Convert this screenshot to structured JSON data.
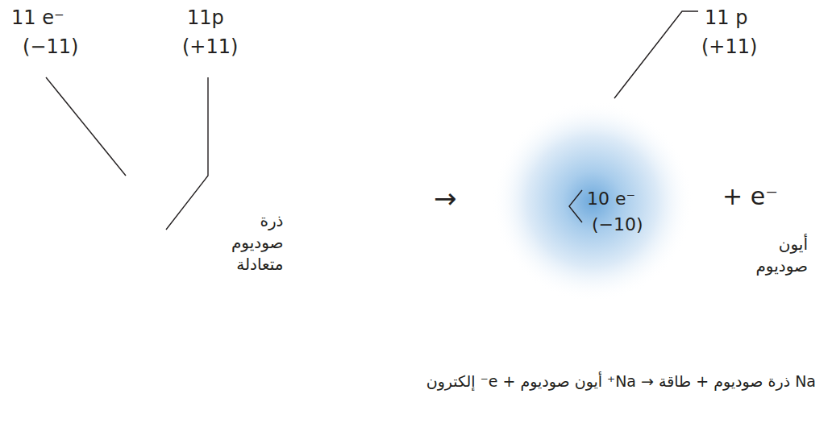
{
  "diagram": {
    "nodes": [
      {
        "text": [
          "ذرة صوديوم متعادلة"
        ]
      }
    ],
    "labels": [
      "11 e⁻",
      "(−11)",
      "11p",
      "(+11)",
      "→",
      "11 p",
      "(+11)",
      "10 e⁻",
      "(−10)",
      "+ e⁻",
      "أيون صوديوم",
      "Na ذرة صوديوم + طاقة → Na⁺ أيون صوديوم + e⁻ إلكترون"
    ]
  }
}
